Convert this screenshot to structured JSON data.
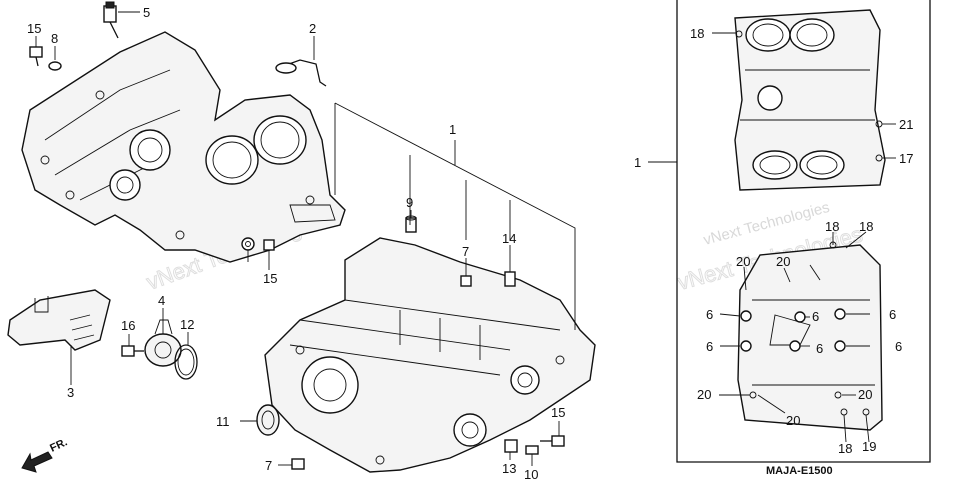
{
  "diagram": {
    "code": "MAJA-E1500",
    "direction_label": "FR.",
    "watermark_text": "vNext Technologies",
    "callouts": [
      "1",
      "1",
      "2",
      "3",
      "4",
      "5",
      "6",
      "6",
      "6",
      "6",
      "6",
      "6",
      "7",
      "7",
      "8",
      "9",
      "10",
      "11",
      "12",
      "13",
      "14",
      "15",
      "15",
      "15",
      "16",
      "17",
      "18",
      "18",
      "18",
      "18",
      "19",
      "20",
      "20",
      "20",
      "20",
      "20",
      "21"
    ]
  }
}
